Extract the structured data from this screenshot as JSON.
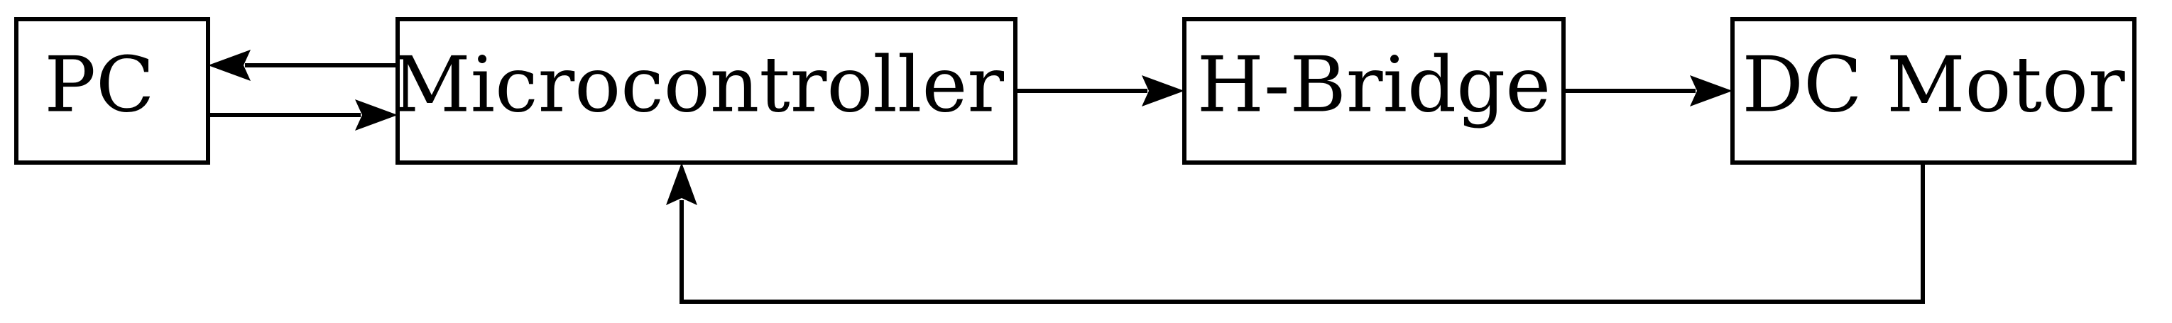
{
  "diagram": {
    "blocks": {
      "pc": "PC",
      "microcontroller": "Microcontroller",
      "hbridge": "H-Bridge",
      "dcmotor": "DC Motor"
    }
  }
}
